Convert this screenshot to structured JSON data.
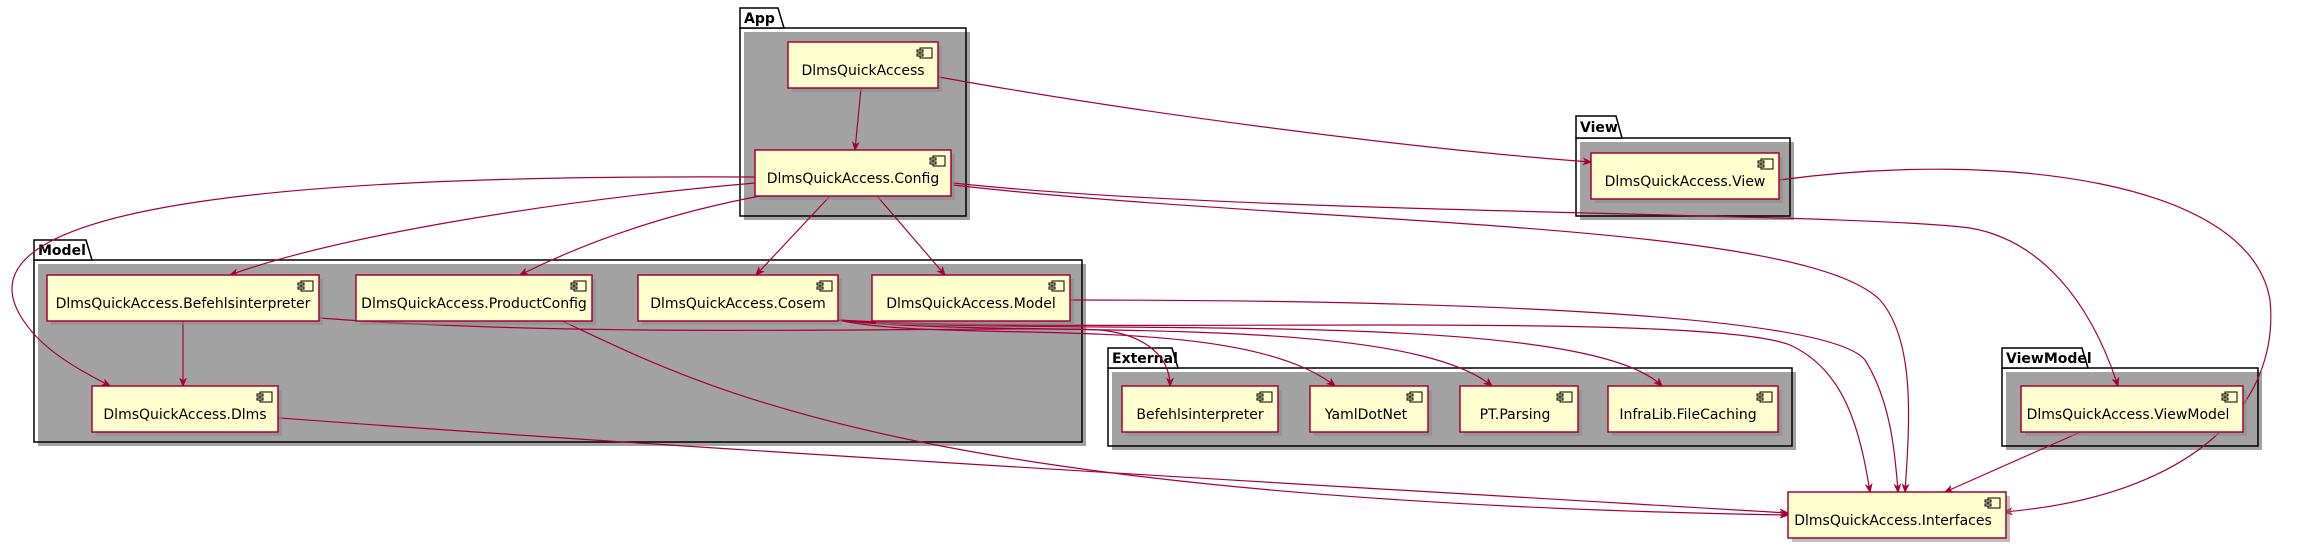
{
  "packages": {
    "app": {
      "label": "App"
    },
    "view": {
      "label": "View"
    },
    "model": {
      "label": "Model"
    },
    "external": {
      "label": "External"
    },
    "viewmodel": {
      "label": "ViewModel"
    }
  },
  "components": {
    "dlmsquickaccess": {
      "label": "DlmsQuickAccess"
    },
    "config": {
      "label": "DlmsQuickAccess.Config"
    },
    "view": {
      "label": "DlmsQuickAccess.View"
    },
    "befehlsinterpreter": {
      "label": "DlmsQuickAccess.Befehlsinterpreter"
    },
    "productconfig": {
      "label": "DlmsQuickAccess.ProductConfig"
    },
    "cosem": {
      "label": "DlmsQuickAccess.Cosem"
    },
    "model": {
      "label": "DlmsQuickAccess.Model"
    },
    "dlms": {
      "label": "DlmsQuickAccess.Dlms"
    },
    "ext_befehlsinterpreter": {
      "label": "Befehlsinterpreter"
    },
    "yamldotnet": {
      "label": "YamlDotNet"
    },
    "ptparsing": {
      "label": "PT.Parsing"
    },
    "filecaching": {
      "label": "InfraLib.FileCaching"
    },
    "viewmodel": {
      "label": "DlmsQuickAccess.ViewModel"
    },
    "interfaces": {
      "label": "DlmsQuickAccess.Interfaces"
    }
  },
  "colors": {
    "component_fill": "#FEFECE",
    "component_border": "#A80036",
    "edge": "#A80036",
    "package_border": "#000000"
  },
  "edges": [
    {
      "from": "DlmsQuickAccess",
      "to": "DlmsQuickAccess.Config"
    },
    {
      "from": "DlmsQuickAccess",
      "to": "DlmsQuickAccess.View"
    },
    {
      "from": "DlmsQuickAccess.Config",
      "to": "DlmsQuickAccess.Befehlsinterpreter"
    },
    {
      "from": "DlmsQuickAccess.Config",
      "to": "DlmsQuickAccess.ProductConfig"
    },
    {
      "from": "DlmsQuickAccess.Config",
      "to": "DlmsQuickAccess.Cosem"
    },
    {
      "from": "DlmsQuickAccess.Config",
      "to": "DlmsQuickAccess.Model"
    },
    {
      "from": "DlmsQuickAccess.Config",
      "to": "DlmsQuickAccess.Dlms"
    },
    {
      "from": "DlmsQuickAccess.Config",
      "to": "DlmsQuickAccess.ViewModel"
    },
    {
      "from": "DlmsQuickAccess.Config",
      "to": "DlmsQuickAccess.Interfaces"
    },
    {
      "from": "DlmsQuickAccess.View",
      "to": "DlmsQuickAccess.Interfaces"
    },
    {
      "from": "DlmsQuickAccess.Befehlsinterpreter",
      "to": "DlmsQuickAccess.Dlms"
    },
    {
      "from": "DlmsQuickAccess.Befehlsinterpreter",
      "to": "Befehlsinterpreter"
    },
    {
      "from": "DlmsQuickAccess.ProductConfig",
      "to": "DlmsQuickAccess.Interfaces"
    },
    {
      "from": "DlmsQuickAccess.Cosem",
      "to": "YamlDotNet"
    },
    {
      "from": "DlmsQuickAccess.Cosem",
      "to": "PT.Parsing"
    },
    {
      "from": "DlmsQuickAccess.Cosem",
      "to": "InfraLib.FileCaching"
    },
    {
      "from": "DlmsQuickAccess.Cosem",
      "to": "DlmsQuickAccess.Interfaces"
    },
    {
      "from": "DlmsQuickAccess.Model",
      "to": "DlmsQuickAccess.Interfaces"
    },
    {
      "from": "DlmsQuickAccess.Dlms",
      "to": "DlmsQuickAccess.Interfaces"
    },
    {
      "from": "DlmsQuickAccess.ViewModel",
      "to": "DlmsQuickAccess.Interfaces"
    }
  ]
}
